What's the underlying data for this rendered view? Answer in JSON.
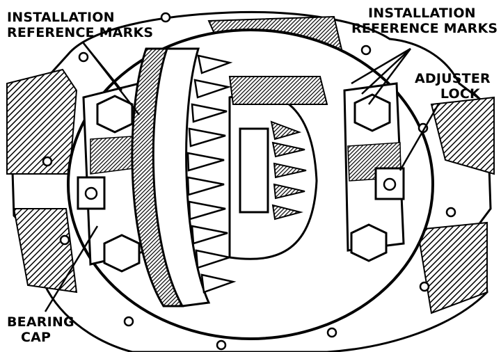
{
  "labels": {
    "install_left_line1": "INSTALLATION",
    "install_left_line2": "REFERENCE MARKS",
    "install_right_line1": "INSTALLATION",
    "install_right_line2": "REFERENCE MARKS",
    "adjuster_line1": "ADJUSTER",
    "adjuster_line2": "LOCK",
    "bearing_line1": "BEARING",
    "bearing_line2": "CAP"
  },
  "colors": {
    "ink": "#000000",
    "paper": "#ffffff"
  }
}
